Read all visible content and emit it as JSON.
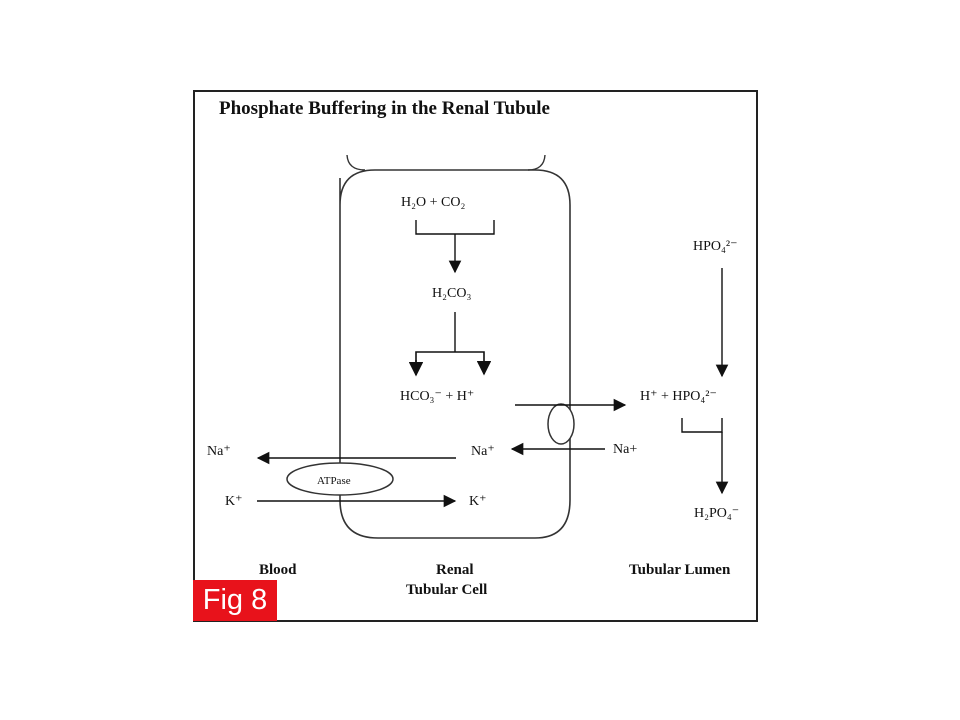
{
  "title": "Phosphate Buffering in the Renal Tubule",
  "badge": "Fig 8",
  "cell": {
    "h2o_plus_co2": "H₂O + CO₂",
    "h2co3": "H₂CO₃",
    "hco3_plus_h": "HCO₃⁻ + H⁺",
    "na_cell": "Na⁺",
    "k_cell": "K⁺",
    "atpase": "ATPase"
  },
  "blood": {
    "na": "Na⁺",
    "k": "K⁺"
  },
  "lumen": {
    "hpo4_top": "HPO₄²⁻",
    "h_plus_hpo4": "H⁺ + HPO₄²⁻",
    "na_lumen": "Na+",
    "h2po4": "H₂PO₄⁻"
  },
  "regions": {
    "blood": "Blood",
    "renal_line1": "Renal",
    "renal_line2": "Tubular Cell",
    "lumen": "Tubular Lumen"
  }
}
